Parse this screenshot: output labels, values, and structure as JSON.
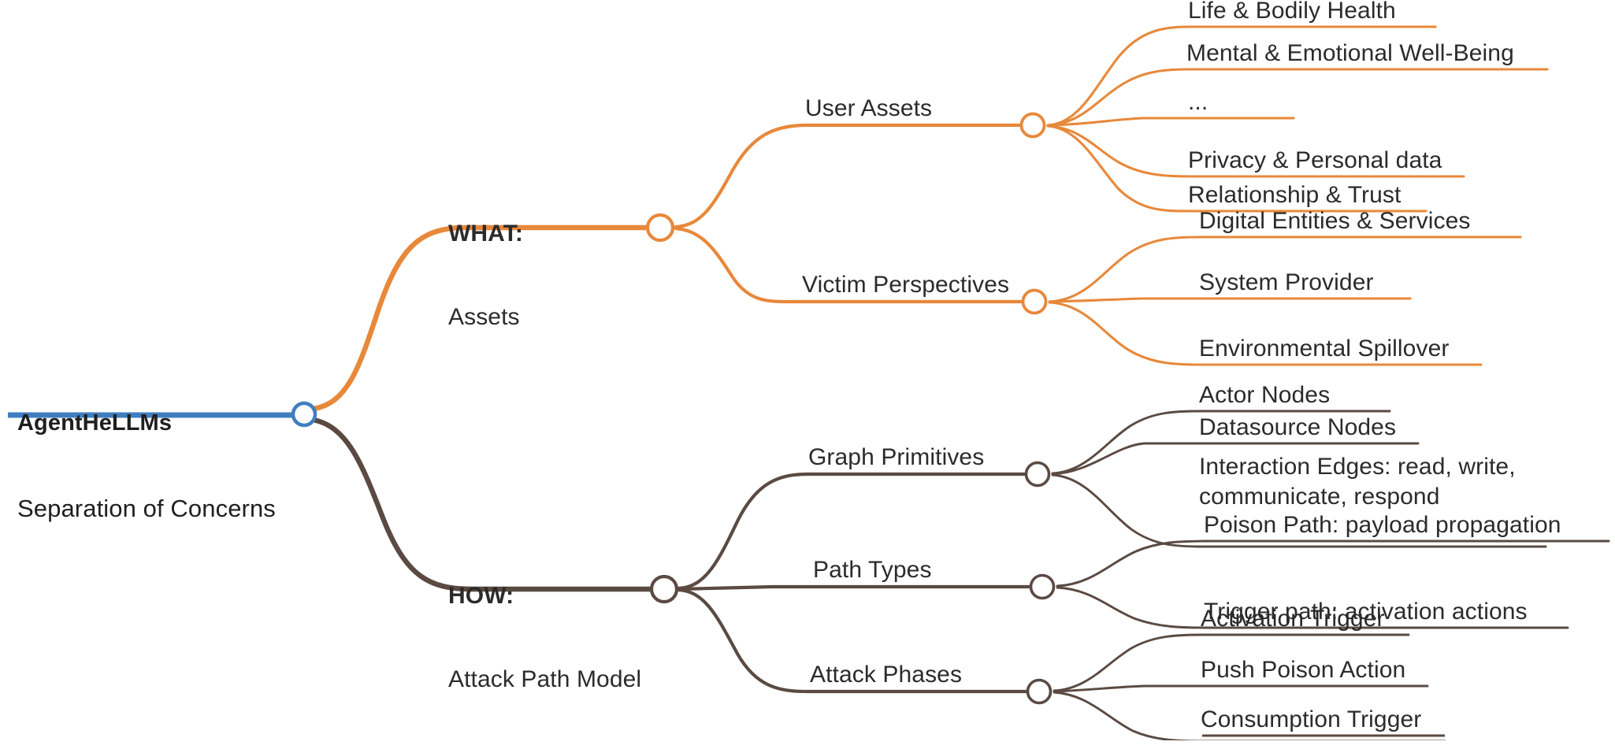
{
  "diagram": {
    "title": "AgentHeLLMs Separation of Concerns",
    "type": "mind-map",
    "colors": {
      "root_accent": "#3f7fbf",
      "branch_assets": "#e8883a",
      "branch_attack": "#5a4a42",
      "text": "#2b2b2b",
      "background": "#ffffff"
    }
  },
  "root": {
    "title": "AgentHeLLMs",
    "subtitle": "Separation of Concerns"
  },
  "branches": [
    {
      "id": "what-assets",
      "title": "WHAT:",
      "subtitle": "Assets",
      "color": "#e8883a",
      "children": [
        {
          "id": "user-assets",
          "label": "User Assets",
          "leaves": [
            "Life & Bodily Health",
            "Mental & Emotional Well-Being",
            "...",
            "Privacy & Personal data",
            "Relationship & Trust"
          ]
        },
        {
          "id": "victim-perspectives",
          "label": "Victim Perspectives",
          "leaves": [
            "Digital Entities & Services",
            "System Provider",
            "Environmental Spillover"
          ]
        }
      ]
    },
    {
      "id": "how-attack-path-model",
      "title": "HOW:",
      "subtitle": "Attack Path Model",
      "color": "#5a4a42",
      "children": [
        {
          "id": "graph-primitives",
          "label": "Graph Primitives",
          "leaves": [
            "Actor Nodes",
            "Datasource Nodes",
            "Interaction Edges: read, write,\ncommunicate, respond"
          ]
        },
        {
          "id": "path-types",
          "label": "Path Types",
          "leaves": [
            "Poison Path: payload propagation",
            "Trigger path: activation actions"
          ]
        },
        {
          "id": "attack-phases",
          "label": "Attack Phases",
          "leaves": [
            "Activation Trigger",
            "Push Poison Action",
            "Consumption Trigger"
          ]
        }
      ]
    }
  ]
}
